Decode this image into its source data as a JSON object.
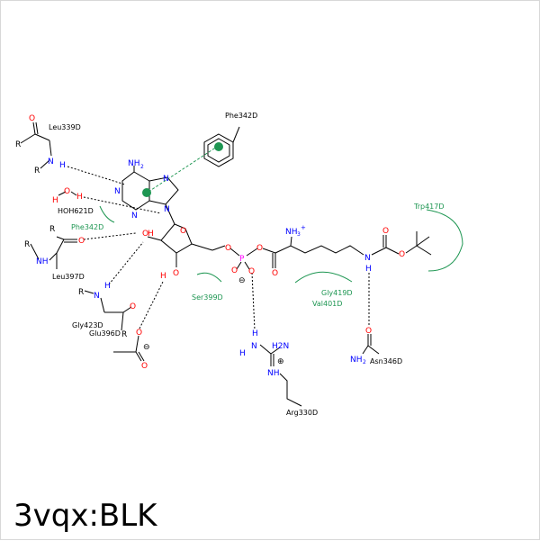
{
  "title": "3vqx:BLK",
  "residues": {
    "leu339": "Leu339D",
    "phe342_top": "Phe342D",
    "hoh621": "HOH621D",
    "phe342_green": "Phe342D",
    "leu397": "Leu397D",
    "gly423": "Gly423D",
    "glu396": "Glu396D",
    "ser399": "Ser399D",
    "arg330": "Arg330D",
    "gly419": "Gly419D",
    "val401": "Val401D",
    "trp417": "Trp417D",
    "asn346": "Asn346D"
  },
  "atoms": {
    "nh2": "NH",
    "two": "2",
    "nh3": "NH",
    "three": "3",
    "plus": "+",
    "n": "N",
    "o": "O",
    "p": "P",
    "h": "H",
    "r": "R",
    "minus": "⊖",
    "oplus": "⊕",
    "h2n": "H2N",
    "nh": "NH",
    "ho": "HO"
  },
  "colors": {
    "nitrogen": "#0000ff",
    "oxygen": "#ff0000",
    "phosphorus": "#ff00ff",
    "hydrophobic": "#1e9652",
    "bond": "#000000"
  }
}
